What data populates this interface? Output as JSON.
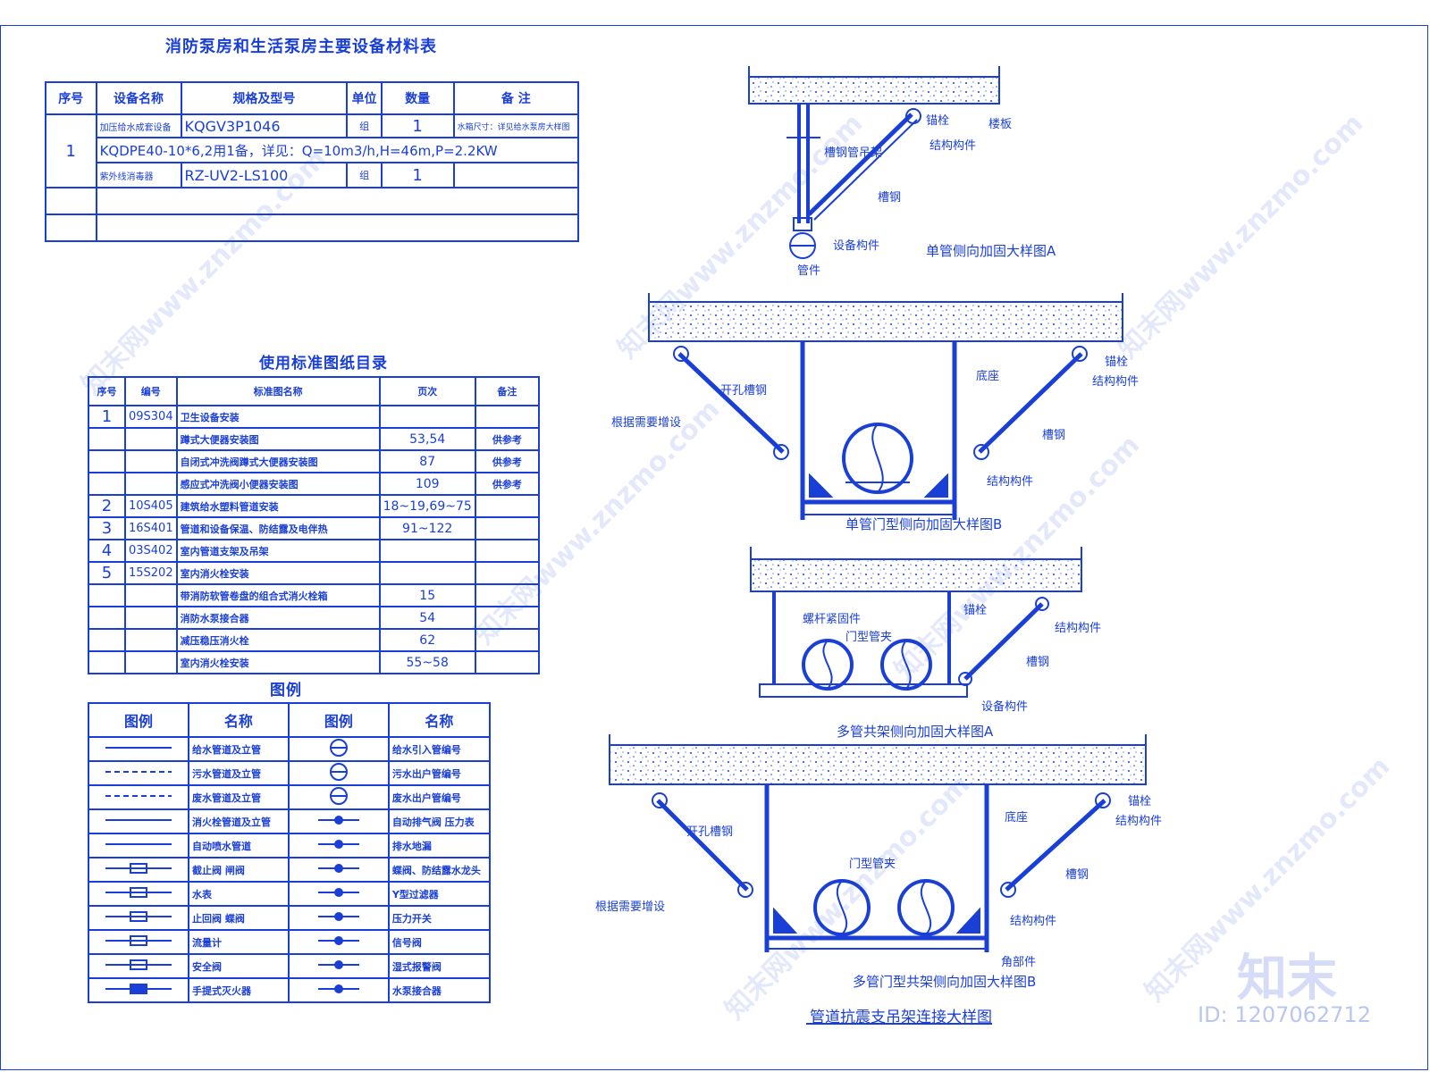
{
  "equipment_table": {
    "title": "消防泵房和生活泵房主要设备材料表",
    "headers": [
      "序号",
      "设备名称",
      "规格及型号",
      "单位",
      "数量",
      "备 注"
    ],
    "rows": [
      {
        "no": "1",
        "name": "加压给水成套设备",
        "model": "KQGV3P1046",
        "unit": "组",
        "qty": "1",
        "note": "水箱尺寸：详见给水泵房大样图"
      },
      {
        "no": "",
        "name": "",
        "model": "KQDPE40-10*6,2用1备，详见：Q=10m3/h,H=46m,P=2.2KW",
        "unit": "",
        "qty": "",
        "note": ""
      },
      {
        "no": "",
        "name": "紫外线消毒器",
        "model": "RZ-UV2-LS100",
        "unit": "组",
        "qty": "1",
        "note": ""
      }
    ]
  },
  "standard_table": {
    "title": "使用标准图纸目录",
    "headers": [
      "序号",
      "编号",
      "标准图名称",
      "页次",
      "备注"
    ],
    "rows": [
      {
        "no": "1",
        "code": "09S304",
        "name": "卫生设备安装",
        "page": "",
        "note": ""
      },
      {
        "no": "",
        "code": "",
        "name": "蹲式大便器安装图",
        "page": "53,54",
        "note": "供参考"
      },
      {
        "no": "",
        "code": "",
        "name": "自闭式冲洗阀蹲式大便器安装图",
        "page": "87",
        "note": "供参考"
      },
      {
        "no": "",
        "code": "",
        "name": "感应式冲洗阀小便器安装图",
        "page": "109",
        "note": "供参考"
      },
      {
        "no": "2",
        "code": "10S405",
        "name": "建筑给水塑料管道安装",
        "page": "18~19,69~75",
        "note": ""
      },
      {
        "no": "3",
        "code": "16S401",
        "name": "管道和设备保温、防结露及电伴热",
        "page": "91~122",
        "note": ""
      },
      {
        "no": "4",
        "code": "03S402",
        "name": "室内管道支架及吊架",
        "page": "",
        "note": ""
      },
      {
        "no": "5",
        "code": "15S202",
        "name": "室内消火栓安装",
        "page": "",
        "note": ""
      },
      {
        "no": "",
        "code": "",
        "name": "带消防软管卷盘的组合式消火栓箱",
        "page": "15",
        "note": ""
      },
      {
        "no": "",
        "code": "",
        "name": "消防水泵接合器",
        "page": "54",
        "note": ""
      },
      {
        "no": "",
        "code": "",
        "name": "减压稳压消火栓",
        "page": "62",
        "note": ""
      },
      {
        "no": "",
        "code": "",
        "name": "室内消火栓安装",
        "page": "55~58",
        "note": ""
      }
    ]
  },
  "legend_table": {
    "title": "图例",
    "headers": [
      "图例",
      "名称",
      "图例",
      "名称"
    ],
    "rows": [
      {
        "name1": "给水管道及立管",
        "name2": "给水引入管编号"
      },
      {
        "name1": "污水管道及立管",
        "name2": "污水出户管编号"
      },
      {
        "name1": "废水管道及立管",
        "name2": "废水出户管编号"
      },
      {
        "name1": "消火栓管道及立管",
        "name2": "自动排气阀  压力表"
      },
      {
        "name1": "自动喷水管道",
        "name2": "排水地漏"
      },
      {
        "name1": "截止阀  闸阀",
        "name2": "蝶阀、防结露水龙头"
      },
      {
        "name1": "水表",
        "name2": "Y型过滤器"
      },
      {
        "name1": "止回阀  蝶阀",
        "name2": "压力开关"
      },
      {
        "name1": "流量计",
        "name2": "信号阀"
      },
      {
        "name1": "安全阀",
        "name2": "湿式报警阀"
      },
      {
        "name1": "手提式灭火器",
        "name2": "水泵接合器"
      }
    ]
  },
  "detail_a": {
    "caption": "单管侧向加固大样图A",
    "labels": {
      "bolt": "锚栓",
      "struct": "结构构件",
      "hanger": "槽钢管吊架",
      "brace": "槽钢",
      "pipe_clamp": "设备构件",
      "pipe": "管件",
      "floor": "楼板"
    }
  },
  "detail_b": {
    "caption": "单管门型侧向加固大样图B",
    "labels": {
      "slot_steel": "开孔槽钢",
      "install": "根据需要增设",
      "base": "底座",
      "bolt": "锚栓",
      "struct": "结构构件",
      "brace": "槽钢",
      "struct2": "结构构件"
    }
  },
  "detail_c": {
    "caption": "多管共架侧向加固大样图A",
    "labels": {
      "fastener": "螺杆紧固件",
      "pipe_clamp": "门型管夹",
      "bolt": "锚栓",
      "struct": "结构构件",
      "brace": "槽钢",
      "equip": "设备构件"
    }
  },
  "detail_d": {
    "caption": "多管门型共架侧向加固大样图B",
    "labels": {
      "slot_steel": "开孔槽钢",
      "pipe_clamp": "门型管夹",
      "base": "底座",
      "bolt": "锚栓",
      "struct": "结构构件",
      "brace": "槽钢",
      "install": "根据需要增设",
      "struct2": "结构构件",
      "corner": "角部件"
    }
  },
  "drawing_title": "管道抗震支吊架连接大样图",
  "watermark": {
    "text": "知末网www.znzmo.com",
    "logo": "知末",
    "id": "ID: 1207062712"
  },
  "colors": {
    "line": "#1a3fd6",
    "background": "#ffffff"
  }
}
